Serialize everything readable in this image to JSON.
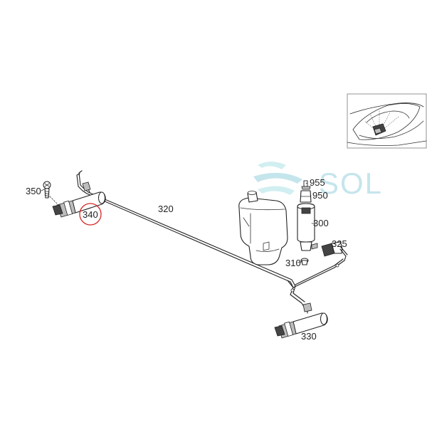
{
  "diagram": {
    "labels": {
      "p350": "350",
      "p340": "340",
      "p320": "320",
      "p955": "955",
      "p950": "950",
      "p300": "300",
      "p325": "325",
      "p310": "310",
      "p330": "330"
    },
    "highlight_color": "#d62828"
  },
  "watermark": {
    "text": "SOL",
    "color": "#bfe3ea",
    "accent_color": "#cdeef0"
  }
}
